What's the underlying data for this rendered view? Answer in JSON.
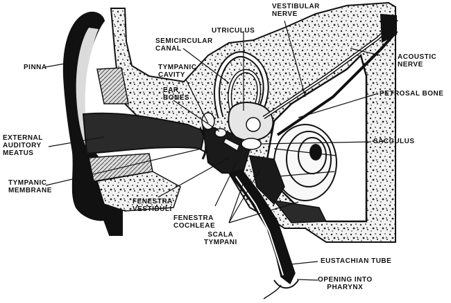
{
  "labels": {
    "vestibular_nerve": [
      "VESTIBULAR",
      "NERVE"
    ],
    "utriculus": [
      "UTRICULUS"
    ],
    "semicircular_canal": [
      "SEMICIRCULAR",
      "CANAL"
    ],
    "acoustic_nerve": [
      "ACOUSTIC",
      "NERVE"
    ],
    "pinna": [
      "PINNA"
    ],
    "tympanic_cavity": [
      "TYMPANIC",
      "CAVITY"
    ],
    "ear_bones": [
      "EAR",
      "BONES"
    ],
    "petrosal_bone": [
      "PETROSAL BONE"
    ],
    "external_auditory_meatus": [
      "EXTERNAL",
      "AUDITORY",
      "MEATUS"
    ],
    "sacculus": [
      "SACCULUS"
    ],
    "tympanic_membrane": [
      "TYMPANIC",
      "MEMBRANE"
    ],
    "fenestra_vestibuli": [
      "FENESTRA",
      "VESTIBULI"
    ],
    "fenestra_cochleae": [
      "FENESTRA",
      "COCHLEAE"
    ],
    "scala_tympani": [
      "SCALA",
      "TYMPANI"
    ],
    "eustachian_tube": [
      "EUSTACHIAN TUBE"
    ],
    "opening_into_pharynx": [
      "OPENING INTO",
      "PHARYNX"
    ]
  },
  "colors": {
    "ink": "#111111",
    "bone_fill": "#e9e9e9",
    "dark_fill": "#1a1a1a",
    "paper": "#ffffff"
  }
}
